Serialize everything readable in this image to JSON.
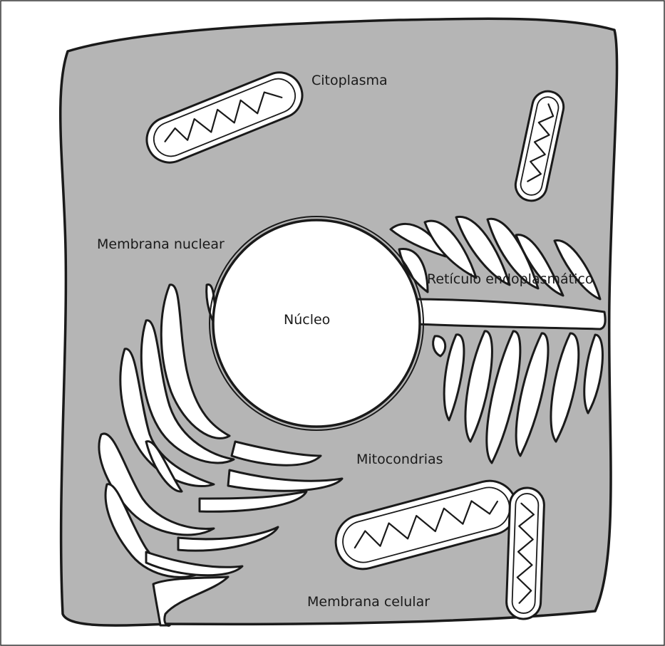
{
  "labels": {
    "citoplasma": "Citoplasma",
    "membrana_nuclear": "Membrana nuclear",
    "reticulo": "Retículo endoplasmático",
    "nucleo": "Núcleo",
    "mitocondrias": "Mitocondrias",
    "membrana_celular": "Membrana celular"
  },
  "colors": {
    "cytoplasm": "#b5b5b5",
    "outline": "#1a1a1a",
    "organelle_fill": "#ffffff",
    "background": "#ffffff"
  }
}
